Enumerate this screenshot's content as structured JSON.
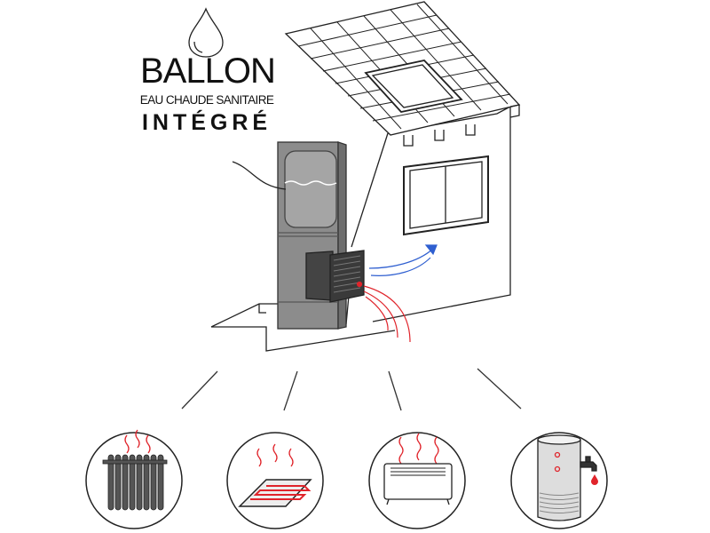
{
  "title": {
    "line1": "BALLON",
    "line2": "EAU CHAUDE SANITAIRE",
    "line3": "INTÉGRÉ"
  },
  "colors": {
    "hot": "#e0242b",
    "cold": "#2f5fd0",
    "unit": "#8a8a8a",
    "line": "#222222"
  },
  "icons": [
    "radiator-icon",
    "underfloor-heating-icon",
    "convector-heater-icon",
    "hot-water-tank-icon"
  ]
}
